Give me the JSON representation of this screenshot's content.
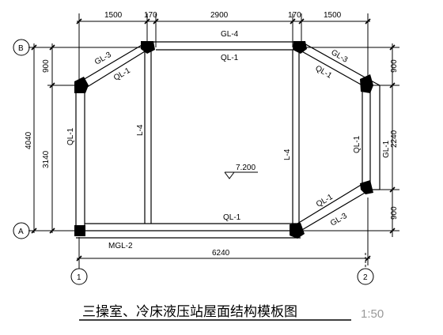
{
  "dims": {
    "top_segments": [
      "1500",
      "170",
      "2900",
      "170",
      "1500"
    ],
    "left_outer": "4040",
    "left_inner_top": "900",
    "left_inner_bottom": "3140",
    "right_top": "900",
    "right_mid": "2240",
    "right_bottom": "900",
    "bottom_total": "6240"
  },
  "axes": {
    "b": "B",
    "a": "A",
    "one": "1",
    "two": "2"
  },
  "beams": {
    "gl4_top": "GL-4",
    "ql1_top": "QL-1",
    "gl3_left": "GL-3",
    "ql1_left_diag": "QL-1",
    "gl3_right": "GL-3",
    "ql1_right_diag": "QL-1",
    "ql1_left": "QL-1",
    "l4_left": "L-4",
    "l4_right": "L-4",
    "ql1_right": "QL-1",
    "gl1_right": "GL-1",
    "ql1_right_lower_diag": "QL-1",
    "gl3_right_lower": "GL-3",
    "ql1_bottom": "QL-1",
    "mgl2_bottom": "MGL-2"
  },
  "elevation": "7.200",
  "title": "三操室、冷床液压站屋面结构模板图",
  "scale": "1:50"
}
